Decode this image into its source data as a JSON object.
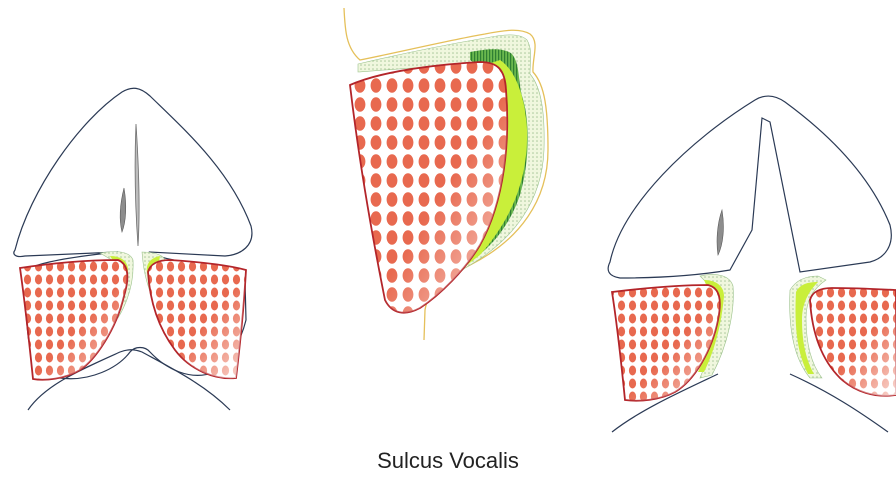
{
  "caption": "Sulcus Vocalis",
  "colors": {
    "outline": "#2b3a55",
    "muscle_border": "#b3252a",
    "muscle_cell": "#e8694f",
    "muscle_fill": "#ffffff",
    "lamina_green": "#c9ef3a",
    "lamina_dark": "#3f9a3c",
    "lamina_light": "#e9f6c8",
    "ligament_gray": "#8d8d8d",
    "mucosa_yellow": "#e5c05a"
  },
  "icons": [
    "left-larynx-section-figure",
    "vocal-fold-detail-figure",
    "right-larynx-section-figure"
  ]
}
